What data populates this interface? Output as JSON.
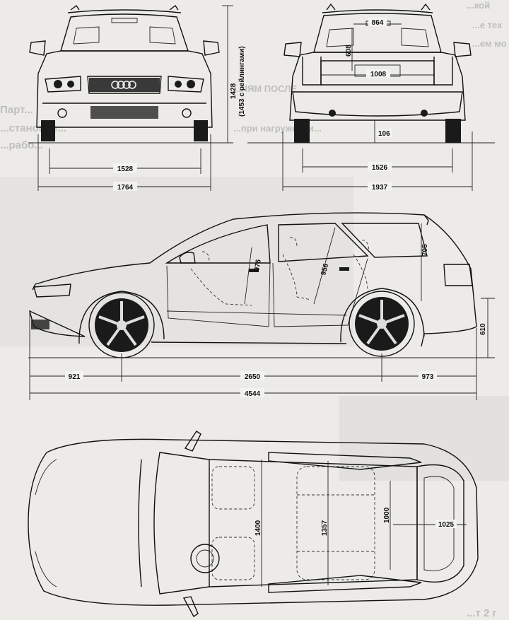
{
  "background_text": {
    "top_right_1": "...кой",
    "top_right_2": "...е тех",
    "top_right_3": "...ем мо",
    "mid_left_1": "Парт...",
    "mid_left_2": "...становле...",
    "mid_left_3": "...рабо...",
    "mid_1": "...ЛЯМ ПОСЛЕ",
    "mid_2": "...при нагружении...",
    "bottom_right": "...т 2 г"
  },
  "front_view": {
    "track": "1528",
    "width": "1764",
    "height": "1428",
    "height_note": "(1453 с рейлингами)"
  },
  "rear_view": {
    "top_width": "864",
    "window_height": "608",
    "bumper_width": "1008",
    "ground_clearance": "106",
    "track": "1526",
    "width_mirrors": "1937"
  },
  "side_view": {
    "front_overhang": "921",
    "wheelbase": "2650",
    "rear_overhang": "973",
    "length": "4544",
    "front_headroom": "976",
    "rear_headroom": "956",
    "cargo_height": "705",
    "loading_height": "610"
  },
  "top_view": {
    "front_shoulder": "1400",
    "rear_shoulder": "1357",
    "cargo_width": "1000",
    "cargo_length": "1025"
  },
  "colors": {
    "paper": "#ecebe8",
    "ink": "#111111",
    "shade": "#9a9a98"
  }
}
